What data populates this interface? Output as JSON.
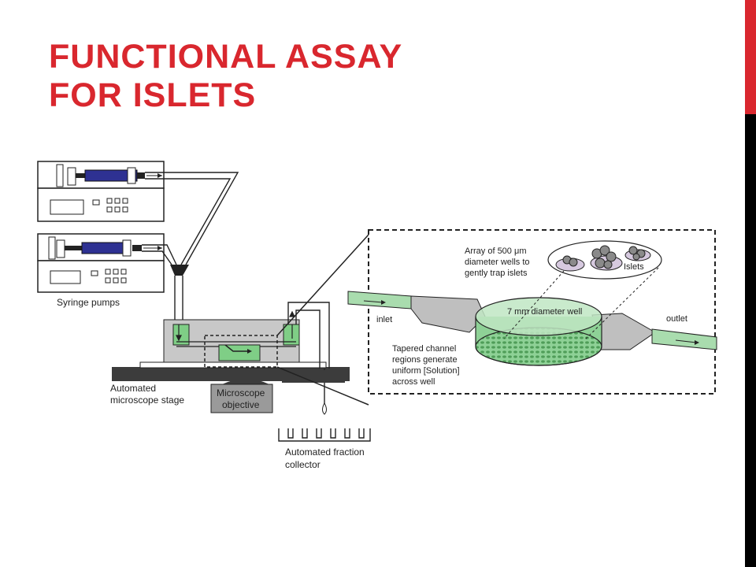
{
  "slide": {
    "title_line1": "FUNCTIONAL ASSAY",
    "title_line2": "FOR ISLETS"
  },
  "colors": {
    "title_red": "#d9272e",
    "sidebar_red": "#d9272e",
    "sidebar_black": "#000000",
    "syringe_blue": "#2e3192",
    "chip_green": "#7fce86",
    "gray_body": "#c8c8c8"
  },
  "diagram": {
    "labels": {
      "syringe_pumps": "Syringe pumps",
      "stage_line1": "Automated",
      "stage_line2": "microscope stage",
      "objective_line1": "Microscope",
      "objective_line2": "objective",
      "collector_line1": "Automated fraction",
      "collector_line2": "collector",
      "array_line1": "Array of 500 μm",
      "array_line2": "diameter wells to",
      "array_line3": "gently trap islets",
      "islets": "Islets",
      "well_diameter": "7 mm diameter well",
      "inlet": "inlet",
      "outlet": "outlet",
      "tapered_line1": "Tapered channel",
      "tapered_line2": "regions generate",
      "tapered_line3": "uniform [Solution]",
      "tapered_line4": "across well"
    }
  }
}
